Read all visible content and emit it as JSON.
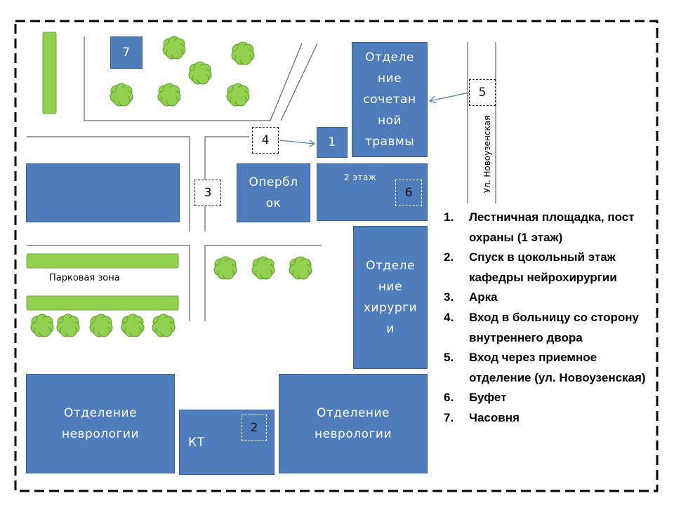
{
  "map": {
    "buildings": {
      "combined_trauma": "Отделение сочетанной травмы",
      "combined_trauma_lines": [
        "Отделе",
        "ние",
        "сочетан",
        "ной",
        "травмы"
      ],
      "operblock_lines": [
        "Опербл",
        "ок"
      ],
      "surgery_lines": [
        "Отделе",
        "ние",
        "хирурги",
        "и"
      ],
      "neurology_left_lines": [
        "Отделение",
        "неврологии"
      ],
      "neurology_right_lines": [
        "Отделение",
        "неврологии"
      ],
      "ct": "КТ",
      "chapel_number": "7",
      "building_1_number": "1"
    },
    "markers": [
      "1",
      "2",
      "3",
      "4",
      "5",
      "6",
      "7"
    ],
    "labels": {
      "floor": "2 этаж",
      "park": "Парковая зона",
      "street": "Ул. Новоузенская"
    },
    "colors": {
      "building": "#4f7cba",
      "greenery": "#92d050",
      "route": "#ffffff",
      "arrow": "#4f7cba"
    }
  },
  "legend": [
    {
      "num": "1.",
      "text": "Лестничная площадка, пост охраны (1 этаж)"
    },
    {
      "num": "2.",
      "text": "Спуск в цокольный этаж кафедры нейрохирургии"
    },
    {
      "num": "3.",
      "text": "Арка"
    },
    {
      "num": "4.",
      "text": "Вход в больницу со сторону внутреннего двора"
    },
    {
      "num": "5.",
      "text": "Вход через приемное отделение (ул. Новоузенская)"
    },
    {
      "num": "6.",
      "text": "Буфет"
    },
    {
      "num": "7.",
      "text": "Часовня"
    }
  ]
}
